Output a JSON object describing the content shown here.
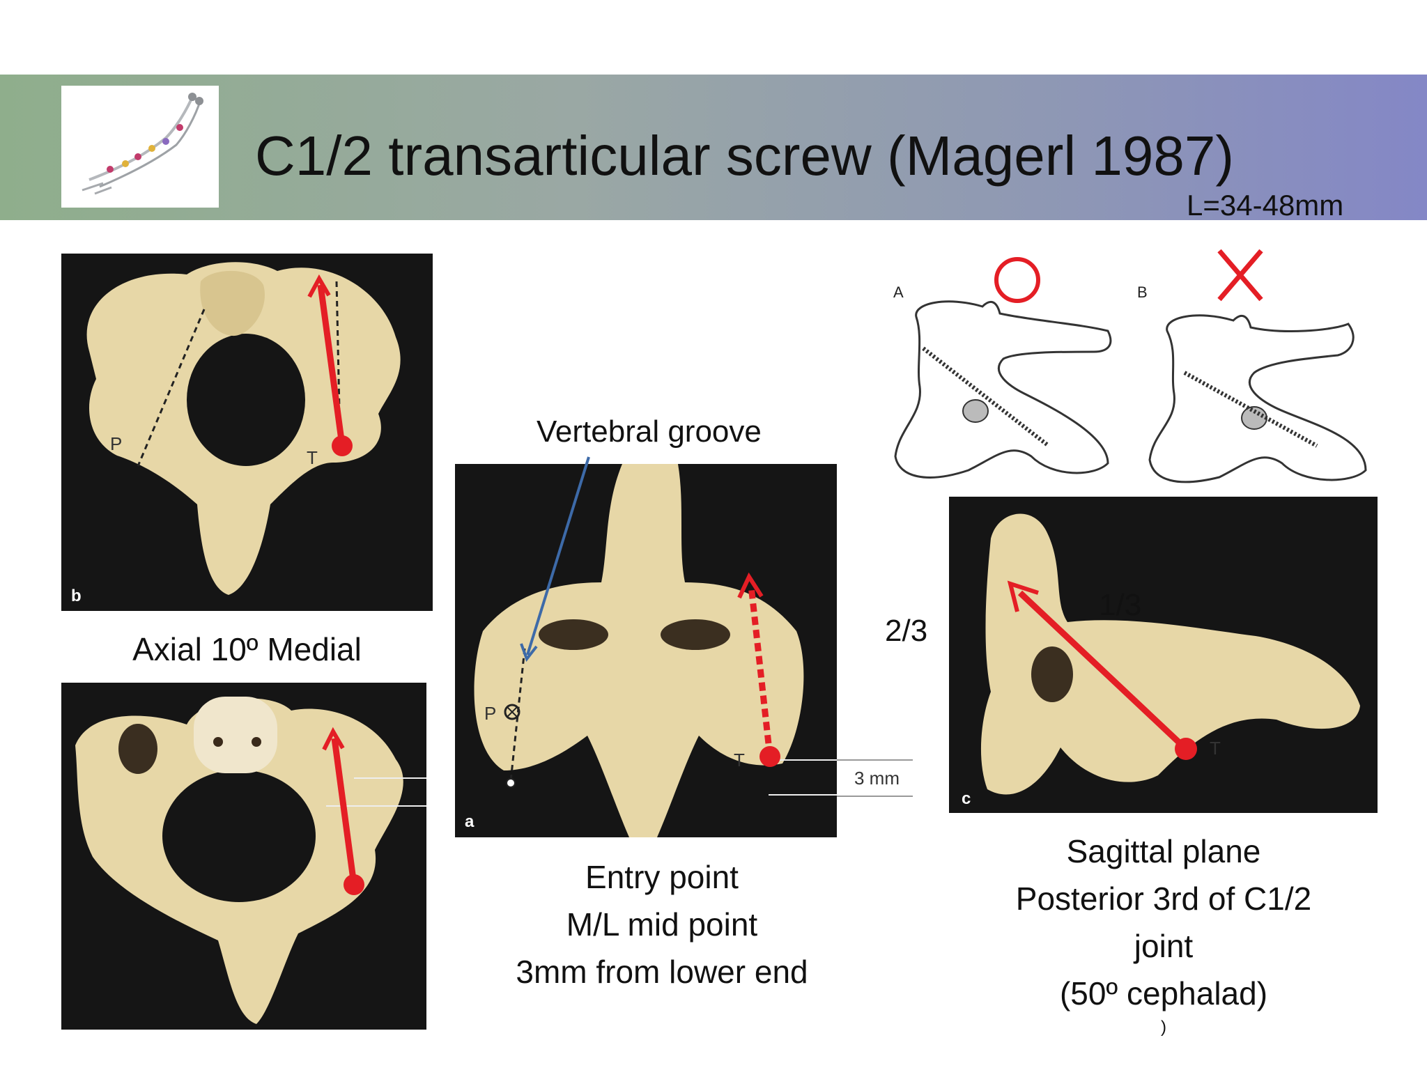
{
  "header": {
    "title": "C1/2 transarticular screw (Magerl 1987)",
    "length": "L=34-48mm"
  },
  "axial": {
    "frame_letter": "b",
    "point_p": "P",
    "point_t": "T",
    "caption": "Axial 10º Medial"
  },
  "center": {
    "groove_label": "Vertebral groove",
    "frame_letter": "a",
    "point_p": "P",
    "point_t": "T",
    "measure": "3 mm",
    "caption_lines": [
      "Entry point",
      "M/L mid point",
      "3mm from lower end"
    ]
  },
  "schematic": {
    "label_a": "A",
    "label_b": "B",
    "correct_symbol": "circle",
    "incorrect_symbol": "cross",
    "colors": {
      "mark": "#e41e25"
    }
  },
  "sagittal": {
    "frame_letter": "c",
    "point_t": "T",
    "ratio_top": "1/3",
    "ratio_side": "2/3",
    "caption_lines": [
      "Sagittal plane",
      "Posterior 3rd of C1/2",
      "joint",
      "(50º cephalad)",
      ")"
    ]
  },
  "colors": {
    "arrow": "#e41e25",
    "groove_pointer": "#3d6aa8",
    "bone": "#e7d7a7"
  }
}
